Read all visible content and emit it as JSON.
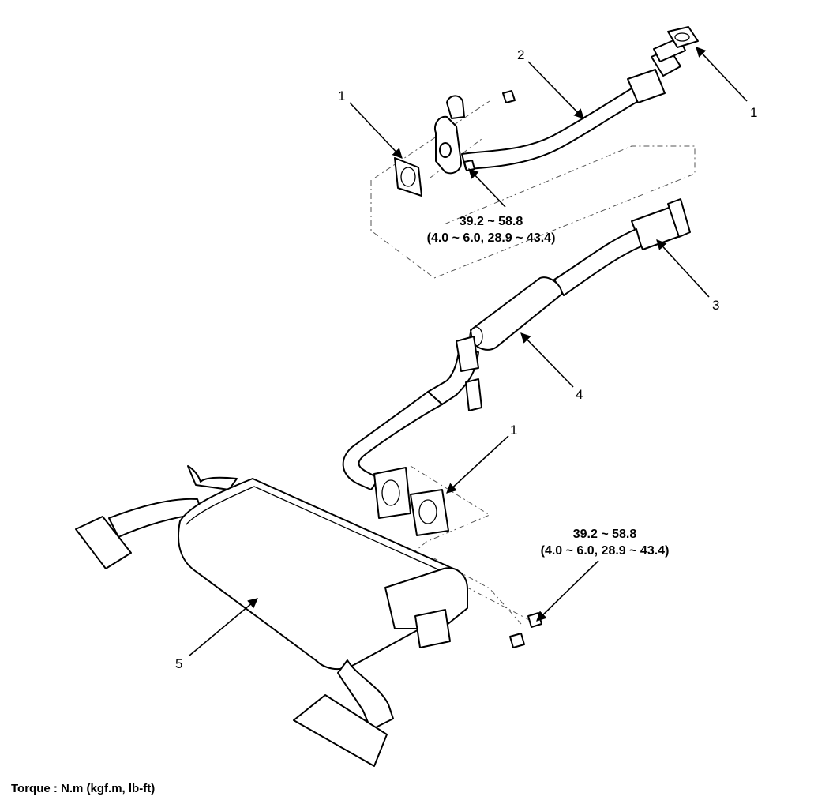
{
  "callouts": {
    "gasket_left_top": "1",
    "gasket_right_top": "1",
    "gasket_mid": "1",
    "front_pipe": "2",
    "catalytic_converter": "3",
    "center_muffler": "4",
    "main_muffler": "5"
  },
  "torque_upper": {
    "range": "39.2 ~ 58.8",
    "alt_units": "(4.0 ~ 6.0, 28.9 ~ 43.4)"
  },
  "torque_lower": {
    "range": "39.2 ~ 58.8",
    "alt_units": "(4.0 ~ 6.0, 28.9 ~ 43.4)"
  },
  "footer": {
    "torque_unit_note": "Torque : N.m (kgf.m, lb-ft)"
  }
}
